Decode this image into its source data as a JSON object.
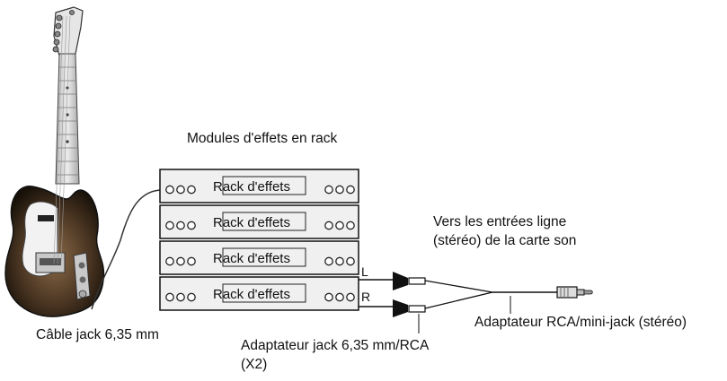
{
  "labels": {
    "rack_title": "Modules d'effets en rack",
    "rack_unit": "Rack d'effets",
    "channel_left": "L",
    "channel_right": "R",
    "destination_line1": "Vers les entrées ligne",
    "destination_line2": "(stéréo) de la carte son",
    "guitar_cable": "Câble jack 6,35 mm",
    "adapter_jack_line1": "Adaptateur jack 6,35 mm/RCA",
    "adapter_jack_line2": "(X2)",
    "adapter_minijack": "Adaptateur RCA/mini-jack (stéréo)"
  },
  "rack_units": [
    {
      "label": "Rack d'effets"
    },
    {
      "label": "Rack d'effets"
    },
    {
      "label": "Rack d'effets"
    },
    {
      "label": "Rack d'effets"
    }
  ],
  "colors": {
    "guitar_body": "#3a2a1c",
    "pickguard": "#f2f2f2",
    "neck": "#d9d9d9",
    "rack_fill": "#f0f0f0",
    "line": "#111111"
  }
}
